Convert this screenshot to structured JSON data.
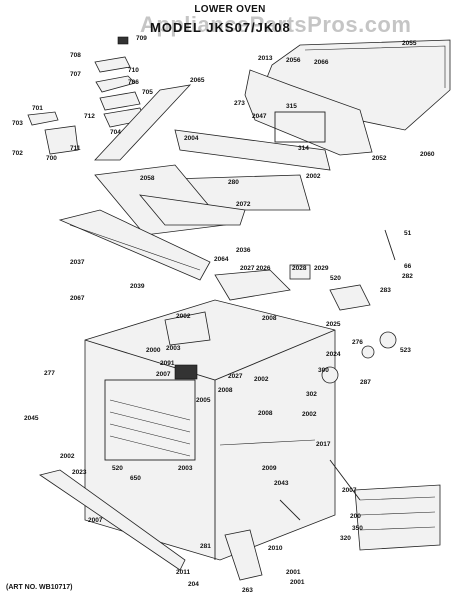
{
  "title": "LOWER OVEN",
  "model": "MODEL JKS07/JK08",
  "watermark": "AppliancePartsPros.com",
  "art_number": "(ART NO. WB10717)",
  "callouts": [
    "709",
    "708",
    "707",
    "710",
    "706",
    "705",
    "701",
    "703",
    "712",
    "704",
    "702",
    "700",
    "711",
    "2065",
    "2013",
    "2066",
    "2055",
    "2056",
    "2052",
    "2060",
    "273",
    "2047",
    "315",
    "314",
    "2004",
    "2002",
    "280",
    "2072",
    "2058",
    "2036",
    "2037",
    "2064",
    "2027",
    "2026",
    "2028",
    "2029",
    "51",
    "66",
    "282",
    "283",
    "520",
    "2067",
    "2039",
    "2002",
    "2003",
    "2000",
    "2091",
    "2007",
    "2008",
    "2025",
    "276",
    "523",
    "2024",
    "300",
    "287",
    "277",
    "2045",
    "2002",
    "2008",
    "2002",
    "2027",
    "2008",
    "2005",
    "2002",
    "520",
    "2017",
    "2023",
    "2007",
    "2011",
    "650",
    "2009",
    "2003",
    "302",
    "2043",
    "2007",
    "281",
    "2010",
    "204",
    "263",
    "2001",
    "2001",
    "200",
    "350",
    "320"
  ]
}
